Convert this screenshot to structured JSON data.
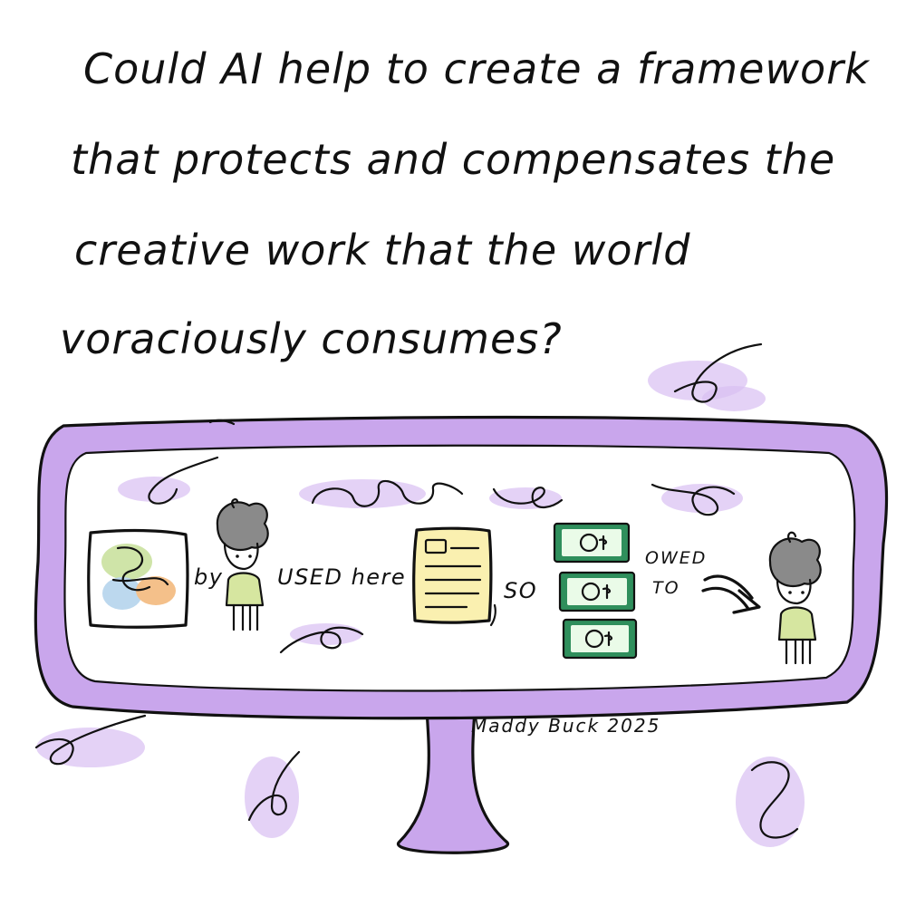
{
  "question": {
    "lines": [
      "Could AI help to create a framework",
      "that protects and compensates the",
      "creative work that the world",
      "voraciously consumes?"
    ]
  },
  "panel": {
    "by_label": "by",
    "used_label": "USED here",
    "so_label": "SO",
    "owed_label": "OWED",
    "to_label": "TO"
  },
  "signature": "Maddy Buck 2025",
  "colors": {
    "frame": "#c9a6ec",
    "ink": "#111111",
    "money": "#2f8f5c",
    "document": "#faf0b0",
    "artwork_blue": "#bcd8ee",
    "artwork_green": "#cfe4a8",
    "artwork_orange": "#f4c08a",
    "shirt": "#d6e6a0",
    "hair": "#8a8a8a"
  },
  "icons": {
    "artwork": "framed-artwork-icon",
    "creator": "person-icon",
    "document": "document-icon",
    "money": "banknote-icon",
    "arrow": "curved-arrow-icon",
    "recipient": "person-icon"
  }
}
